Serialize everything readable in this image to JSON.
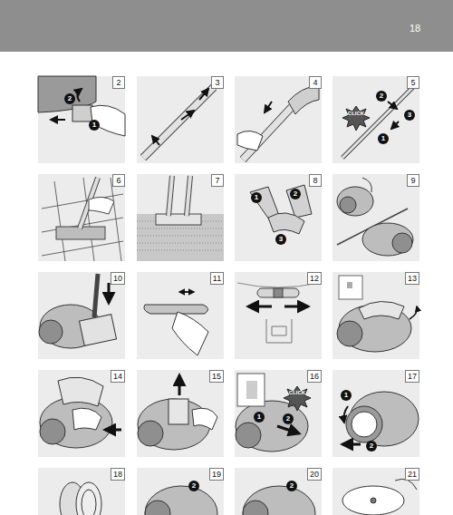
{
  "diagram": {
    "nodes": [
      {
        "text": [
          "2"
        ]
      },
      {
        "text": [
          "3"
        ]
      },
      {
        "text": [
          "4"
        ]
      },
      {
        "text": [
          "5"
        ]
      },
      {
        "text": [
          "6"
        ]
      },
      {
        "text": [
          "7"
        ]
      },
      {
        "text": [
          "8"
        ]
      },
      {
        "text": [
          "9"
        ]
      },
      {
        "text": [
          "10"
        ]
      },
      {
        "text": [
          "11"
        ]
      },
      {
        "text": [
          "12"
        ]
      },
      {
        "text": [
          "13"
        ]
      },
      {
        "text": [
          "14"
        ]
      },
      {
        "text": [
          "15"
        ]
      },
      {
        "text": [
          "16"
        ]
      },
      {
        "text": [
          "17"
        ]
      },
      {
        "text": [
          "18"
        ]
      },
      {
        "text": [
          "19"
        ]
      },
      {
        "text": [
          "20"
        ]
      },
      {
        "text": [
          "21"
        ]
      }
    ],
    "edges": [],
    "labels": [
      "18",
      "2",
      "1",
      "CLICK",
      "2",
      "3",
      "1",
      "1",
      "2",
      "3",
      "1",
      "2",
      "CLICK",
      "1",
      "2",
      "2",
      "2"
    ]
  }
}
